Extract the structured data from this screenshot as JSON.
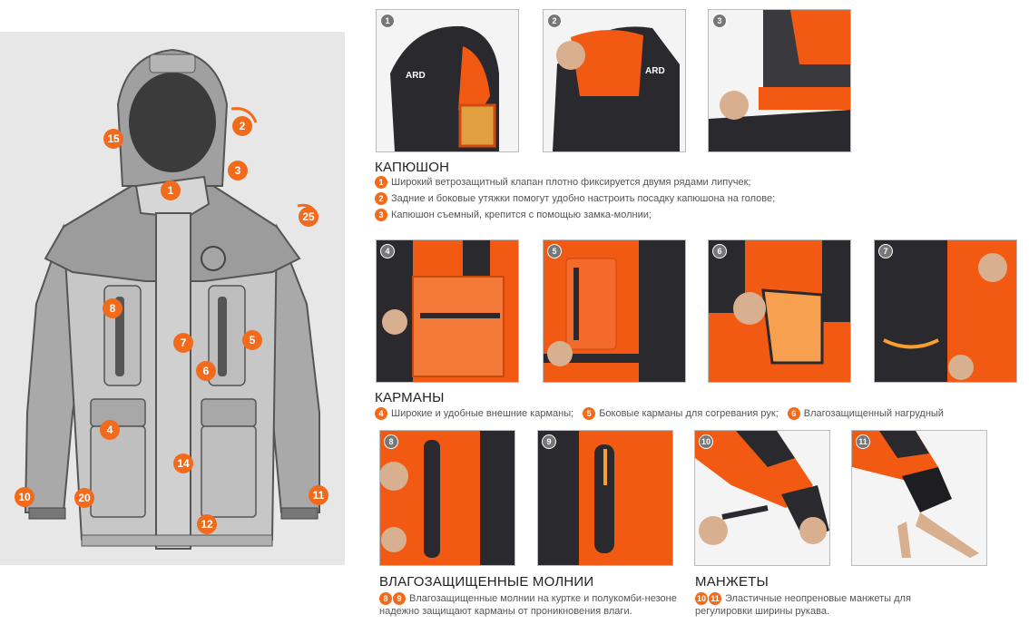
{
  "diagram": {
    "callouts": [
      "1",
      "2",
      "3",
      "4",
      "5",
      "6",
      "7",
      "8",
      "12",
      "14",
      "15",
      "20",
      "25",
      "10",
      "11"
    ]
  },
  "photos": [
    "1",
    "2",
    "3",
    "4",
    "5",
    "6",
    "7",
    "8",
    "9",
    "10",
    "11"
  ],
  "hood": {
    "title": "КАПЮШОН",
    "items": [
      {
        "num": "1",
        "text": "Широкий ветрозащитный клапан плотно фиксируется двумя рядами липучек;"
      },
      {
        "num": "2",
        "text": "Задние и боковые утяжки помогут удобно настроить посадку капюшона на голове;"
      },
      {
        "num": "3",
        "text": "Капюшон съемный, крепится с помощью замка-молнии;"
      }
    ]
  },
  "pockets": {
    "title": "КАРМАНЫ",
    "items": [
      {
        "num": "4",
        "text": "Широкие и удобные внешние карманы;"
      },
      {
        "num": "5",
        "text": "Боковые карманы для согревания рук;"
      },
      {
        "num": "6",
        "text": "Влагозащищенный нагрудный"
      }
    ]
  },
  "zippers": {
    "title": "ВЛАГОЗАЩИЩЕННЫЕ МОЛНИИ",
    "nums": [
      "8",
      "9"
    ],
    "text": "Влагозащищенные молнии на куртке и полукомби-незоне надежно защищают карманы от проникновения влаги."
  },
  "cuffs": {
    "title": "МАНЖЕТЫ",
    "nums": [
      "10",
      "11"
    ],
    "text": "Эластичные неопреновые манжеты для регулировки ширины рукава."
  },
  "brand": "ARD",
  "colors": {
    "accent": "#f26b1d",
    "jacket_dark": "#9a9a9a",
    "jacket_light": "#c9c9c9",
    "photo_orange": "#f25a14",
    "photo_black": "#2a2a2e"
  }
}
